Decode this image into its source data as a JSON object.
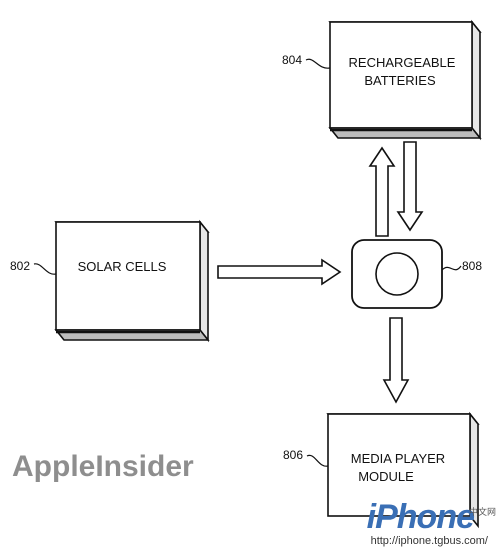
{
  "diagram": {
    "nodes": {
      "batteries": {
        "ref": "804",
        "line1": "RECHARGEABLE",
        "line2": "BATTERIES"
      },
      "solar": {
        "ref": "802",
        "label": "SOLAR CELLS"
      },
      "controller": {
        "ref": "808"
      },
      "media": {
        "ref": "806",
        "line1": "MEDIA PLAYER",
        "line2": "MODULE"
      }
    }
  },
  "watermark": {
    "left": "AppleInsider",
    "right_brand": "iPhone",
    "right_tag": "中文网",
    "right_url": "http://iphone.tgbus.com/"
  },
  "colors": {
    "ink": "#111111",
    "watermark_gray": "#8e8e8e",
    "brand_blue": "#3a6fb5"
  }
}
